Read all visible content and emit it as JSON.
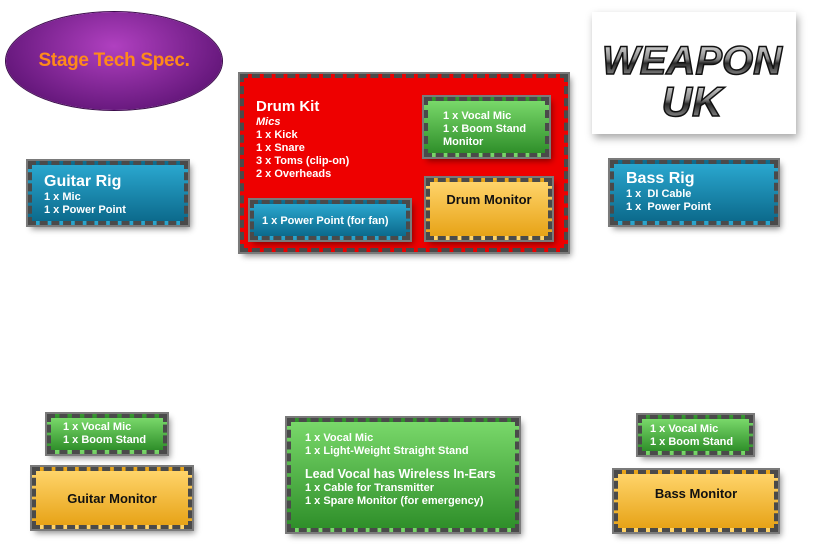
{
  "title_badge": {
    "text": "Stage Tech Spec."
  },
  "logo": {
    "line1": "WEAPON",
    "line2": "UK"
  },
  "drum_kit": {
    "title": "Drum Kit",
    "subtitle": "Mics",
    "items": [
      "1 x Kick",
      "1 x Snare",
      "3 x Toms (clip-on)",
      "2 x Overheads"
    ],
    "power": "1 x Power Point (for fan)",
    "vocal_lines": [
      "1 x Vocal Mic",
      "1 x Boom Stand",
      "Monitor"
    ],
    "monitor": "Drum Monitor"
  },
  "guitar_rig": {
    "title": "Guitar Rig",
    "items": [
      "1 x Mic",
      "1 x Power Point"
    ]
  },
  "bass_rig": {
    "title": "Bass Rig",
    "items": [
      "1 x  DI Cable",
      "1 x  Power Point"
    ]
  },
  "guitar_vocal": {
    "items": [
      "1 x Vocal Mic",
      "1 x Boom Stand"
    ]
  },
  "guitar_monitor": {
    "label": "Guitar Monitor"
  },
  "lead_vocal": {
    "items": [
      "1 x Vocal Mic",
      "1 x Light-Weight Straight Stand"
    ],
    "heading": "Lead Vocal has Wireless In-Ears",
    "items2": [
      "1 x Cable for Transmitter",
      "1 x Spare Monitor (for emergency)"
    ]
  },
  "bass_vocal": {
    "items": [
      "1 x Vocal Mic",
      "1 x Boom Stand"
    ]
  },
  "bass_monitor": {
    "label": "Bass Monitor"
  }
}
